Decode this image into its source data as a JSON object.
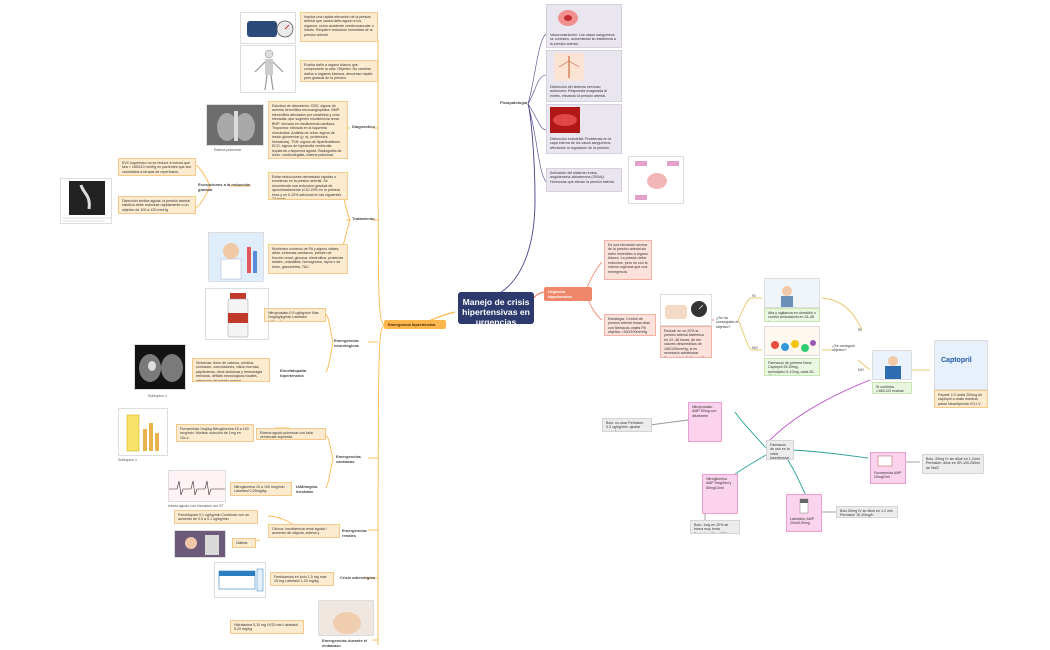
{
  "title": "Manejo de crisis hipertensivas en urgencias",
  "colors": {
    "central": "#2c3a6e",
    "emergency_branch": "#ffb74d",
    "urgency_branch": "#f0876b",
    "pathophys_branch": "#4a3f8a",
    "pink_drug_node": "#fbd3ec"
  },
  "left": {
    "branch": "Emergencia hipertensiva",
    "intro": {
      "text1": "Implica una rápida elevación de la presión arterial que causa daño agudo a los órganos, como accidente cerebrovascular o infarto. Requiere reducción inmediata de la presión arterial.",
      "text2": "Evalúa daño a órgano blanco que compromete la vida. Objetivo: No cambiar daños a órganos blancos, descenso rápido pero gradual de la presión."
    },
    "diagnostico": {
      "label": "Diagnóstico",
      "text": "Estudios de laboratorio: CBC: signos de anemia hemolítica microangiopática. BMP: electrolitos afectados por creatinina y urea elevadas, que sugieren insuficiencia renal. BNP: elevado en insuficiencia cardiaca. Troponina: elevada en la isquemia miocárdica. Análisis de orina: signos de lesión glomerular (p. ej. proteinuria, hematuria). TSH: signos de hipertiroidismo. ECG: signos de hipertrofia ventricular izquierda o isquemia aguda. Radiografía de tórax: cardiomegalia, edema pulmonar.",
      "image_caption": "Edema pulmonar"
    },
    "tratamiento": {
      "label": "Tratamiento",
      "text1": "Evitar reducciones demasiado rápidas o excesivas en la presión arterial. Se recomienda una reducción gradual de aproximadamente el 10-20% en la primera hora y un 5-15% adicional en las siguientes 23 horas.",
      "text2": "Monitoreo continuo de PA y signos vitales, diéta, síntomas cardiacos, presión de función renal, glucosa, electrolitos, proteínas totales, urianálisis, hemograma, rayos x de tórax, gasometría, TAC."
    },
    "excepciones": {
      "label": "Excepciones a la reducción gradual",
      "text1": "EVC isquémico no se reduce a menos que sea > 185/110 mmHg en pacientes que son candidatos a terapia de reperfusión",
      "text2": "Disección aórtica aguda: la presión arterial sistólica debe reducirse rápidamente a un objetivo de 100 a 120 mmHg",
      "image_caption": ""
    },
    "neuro": {
      "label": "Emergencias neurológicas",
      "drug": "Nitroprusiato 0.5 ug/kg/min Max 2mg/kg/kg/min Labetalol 0.25mg/kg",
      "sub": "Encefalopatía hipertensiva",
      "subtext": "Síntomas: dolor de cabeza, vómitos, confusión, convulsiones, visión borrosa, papiledema, otros síntomas y hemorragia retiniana, déficits neurológicos focales, alteración del estado mental",
      "image_caption": "Subtópico 1"
    },
    "cardiac": {
      "label": "Emergencias cardiacas",
      "edema_label": "Edema agudo pulmonar con falla ventricular izquierda",
      "edema_drugs": "Furosemida 1mg/kg Nitroglicerina 15 a 100 mcg/min. Morfina: solución de 1mg en 10c.c.",
      "mi_label": "IAM/angina inestable",
      "mi_drugs": "Nitroglicerina 15 a 100 mcg/min Labetalol 0.25mg/kg",
      "mi_caption": "Infarto agudo con elevación del ST",
      "image_caption": "Subtópico 1"
    },
    "renal": {
      "label": "Emergencias renales",
      "text": "Clínica: Insuficiencia renal aguda / aumento de oliguria, edema y microhematuria",
      "treatment": "Fenoldopam 0.1 ug/kg/min Continuar con un aumento de 0.5 a 0.1 ug/kg/min",
      "dialysis": "Diálisis"
    },
    "adrenergic": {
      "label": "Crisis adrenérgica",
      "text": "Fentolamina en bolo 1-5 mg max 15 mg Labetalol 1-20 mg/kg"
    },
    "pregnancy": {
      "label": "Emergencias durante el embarazo",
      "text": "Hidralazina 5-10 mg IV/20 min Labetalol 5-20 mg/kg"
    }
  },
  "right": {
    "pathophys": {
      "label": "Fisiopatología",
      "item1": "Vasoconstricción: Los vasos sanguíneos se contraen, aumentando la resistencia a la presión arterial.",
      "item2": "Disfunción del sistema nervioso autónomo: Respuesta exagerada al estrés, elevando la presión arterial.",
      "item3": "Disfunción endotelial: Problemas en la capa interna de los vasos sanguíneos, afectando la regulación de la presión.",
      "item4": "Activación del sistema renina-angiotensina-aldosterona (SRAA): Hormonas que elevan la presión arterial."
    },
    "urgency": {
      "label": "Urgencia hipertensiva",
      "def": "Es una elevación severa de la presión arterial sin daño inmediato a órgano blanco. La presión debe reducirse, pero no con la misma urgencia que una emergencia.",
      "strategy": "Estrategia: Control de presión arterial horas-días con fármacos orales PA objetivo <160/100mmHg",
      "goal": "Reducir en un 20% la presión arterial sistémica en 24 -48 horas, de ser valores descendidos de 160/100mmHg, si es necesario administrar Bisoprolol de 5-10mg VO.",
      "q1": "¿Se ha conseguido el objetivo?",
      "yes": "SI",
      "no": "NO",
      "followup": "Alta y vigilancia en domicilio o control ambulatorio en 24-48 hrs",
      "pills": "Fármacos de primera línea: Captopril 25-50mg, amlodipino 5-10mg, cada 30-60min",
      "q2": "¿Se consiguió objetivo?",
      "refer": "Si continúa >180/120 evaluar Ameriti IV",
      "captopril_brand": "Captopril",
      "captopril": "Repetir 2-3 dosis 200mg de captopril a dosis máxima, pasar Nicardipinola VO-I.V."
    },
    "iv": {
      "center": "Fármacos de uso en la crisis hipertensiva",
      "nitroprus": "Nitroprusiato AMP 50mg con disolvente",
      "nitroprus_dose": "Bolo: no usar Perfusión 0.3 ug/kg/min, ajustar cada 5 minutos hasta un máximo de 10 ug/kg/min",
      "nitroglic": "Nitroglicerina AMP 5mg/5ml y 50mg/10ml",
      "nitroglic_dose": "Bolo: 1mg en 20% de forma muy lenta Perfusión: 25mg/250ml",
      "urapidil": "Labetalol, AMP 20ml/100mg",
      "urapidil_dose": "Bolo 50mg IV se diluir en 1-2 min Perfusión 10-20mg/h",
      "furosemide": "Furosemida AMP 20mg/2ml",
      "furosemide_dose": "Bolo: 20mg IV sin diluir en 1-2min Perfusión: diluir en SR-100-250ml de NaCl"
    }
  }
}
